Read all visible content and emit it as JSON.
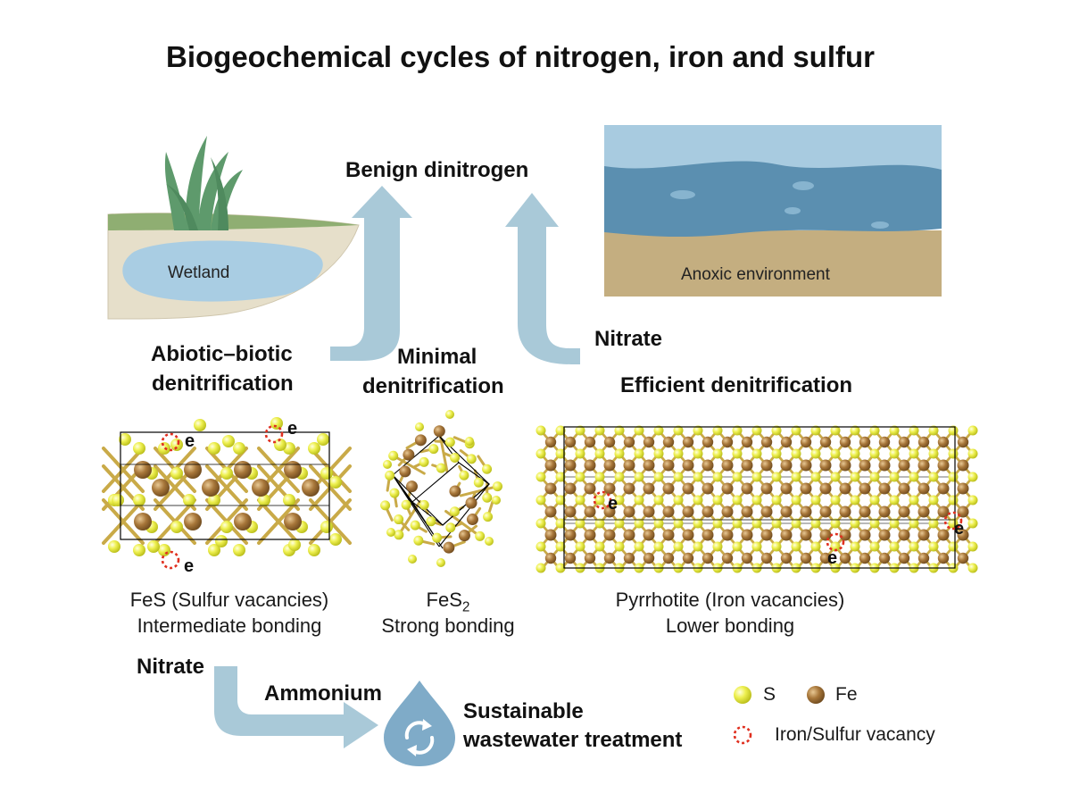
{
  "title": "Biogeochemical cycles of nitrogen, iron and sulfur",
  "top_labels": {
    "benign": "Benign dinitrogen",
    "nitrate_top": "Nitrate"
  },
  "scenes": {
    "wetland": "Wetland",
    "anoxic": "Anoxic environment"
  },
  "pathways": {
    "abiotic_line1": "Abiotic–biotic",
    "abiotic_line2": "denitrification",
    "minimal_line1": "Minimal",
    "minimal_line2": "denitrification",
    "efficient": "Efficient denitrification"
  },
  "minerals": {
    "fes_name": "FeS (Sulfur vacancies)",
    "fes_bond": "Intermediate bonding",
    "fes2_name": "FeS",
    "fes2_sub": "2",
    "fes2_bond": "Strong bonding",
    "pyrr_name": "Pyrrhotite (Iron vacancies)",
    "pyrr_bond": "Lower bonding"
  },
  "electron_label": "e",
  "bottom": {
    "nitrate": "Nitrate",
    "ammonium": "Ammonium",
    "swt_line1": "Sustainable",
    "swt_line2": "wastewater treatment"
  },
  "legend": {
    "s": "S",
    "fe": "Fe",
    "vacancy": "Iron/Sulfur vacancy"
  },
  "colors": {
    "sulfur": "#e8ec3a",
    "iron": "#a8773a",
    "arrow": "#a9c9d8",
    "vacancy": "#e03020",
    "water_dark": "#5b8fb0",
    "water_light": "#a8cbe0",
    "sediment": "#c4ae80",
    "plant": "#5e9a6c"
  }
}
